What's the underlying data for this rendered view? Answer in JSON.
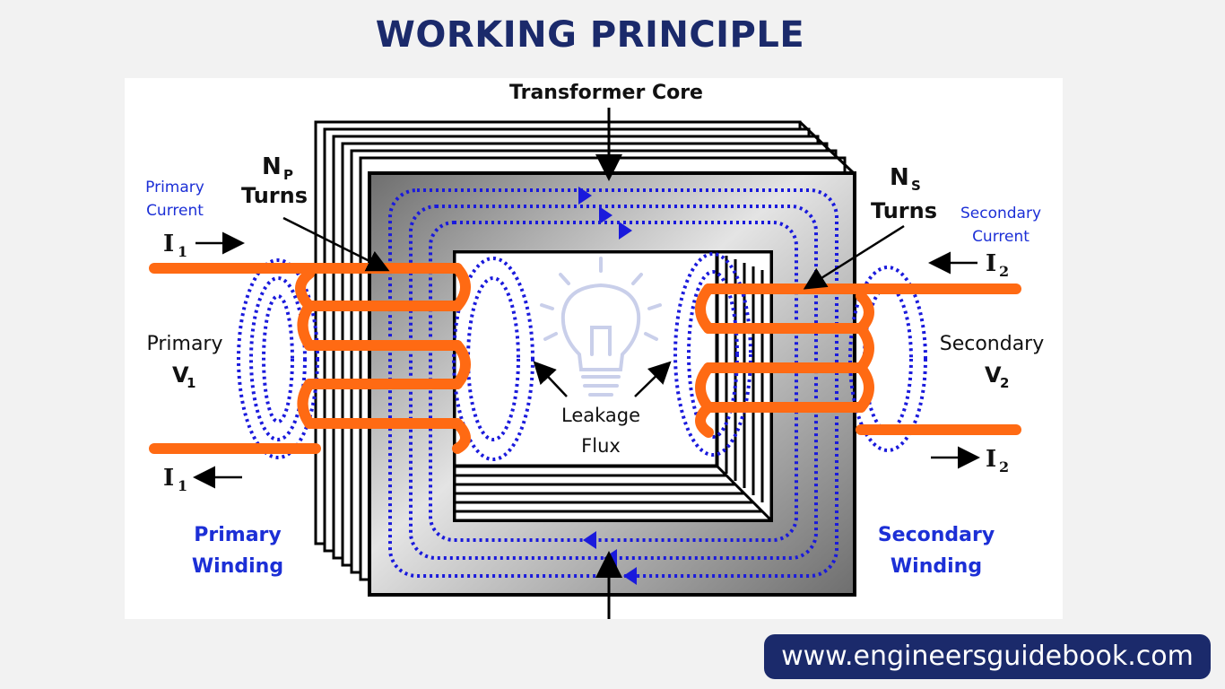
{
  "title": "WORKING PRINCIPLE",
  "core_label": "Transformer Core",
  "primary": {
    "turns_symbol": "N",
    "turns_sub": "P",
    "turns_word": "Turns",
    "current_label": [
      "Primary",
      "Current"
    ],
    "current_symbol": "I",
    "current_sub": "1",
    "voltage_label": "Primary",
    "voltage_symbol": "V",
    "voltage_sub": "1",
    "winding_label": [
      "Primary",
      "Winding"
    ]
  },
  "secondary": {
    "turns_symbol": "N",
    "turns_sub": "S",
    "turns_word": "Turns",
    "current_label": [
      "Secondary",
      "Current"
    ],
    "current_symbol": "I",
    "current_sub": "2",
    "voltage_label": "Secondary",
    "voltage_symbol": "V",
    "voltage_sub": "2",
    "winding_label": [
      "Secondary",
      "Winding"
    ]
  },
  "leakage_label": [
    "Leakage",
    "Flux"
  ],
  "website": "www.engineersguidebook.com",
  "colors": {
    "title": "#1b2a6b",
    "coil": "#ff6a13",
    "flux": "#1a1adc",
    "winding_label": "#1c2fd6",
    "core": "#9a9a9a",
    "url_box": "#1b2a6b",
    "bulb": "#c9cfea"
  },
  "icons": {
    "bulb": "light-bulb-icon"
  }
}
